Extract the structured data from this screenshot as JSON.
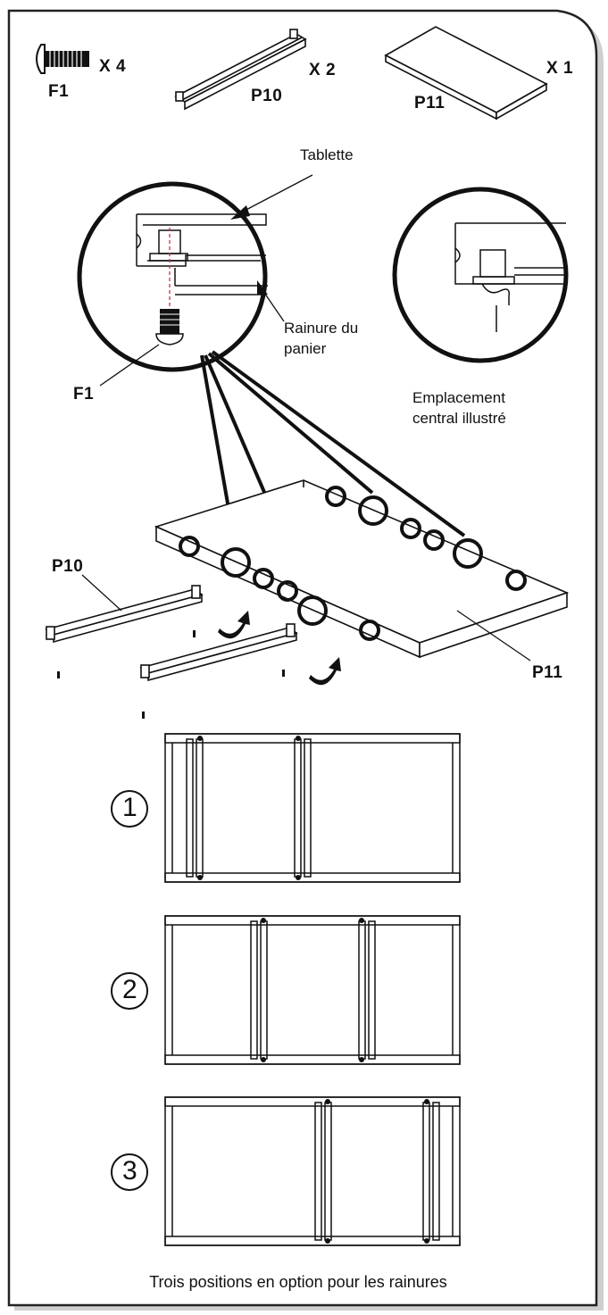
{
  "parts": {
    "f1_label": "F1",
    "f1_qty": "X 4",
    "p10_label": "P10",
    "p10_qty": "X 2",
    "p11_label": "P11",
    "p11_qty": "X 1"
  },
  "detail": {
    "tablette": "Tablette",
    "rainure_line1": "Rainure du",
    "rainure_line2": "panier",
    "f1_callout": "F1",
    "central_line1": "Emplacement",
    "central_line2": "central illustré"
  },
  "assembly": {
    "p10_callout": "P10",
    "p11_callout": "P11"
  },
  "positions": {
    "items": [
      "1",
      "2",
      "3"
    ],
    "caption": "Trois positions en option pour les rainures"
  },
  "colors": {
    "line": "#111111",
    "border": "#222222",
    "dashed_guide": "#d0303a"
  }
}
